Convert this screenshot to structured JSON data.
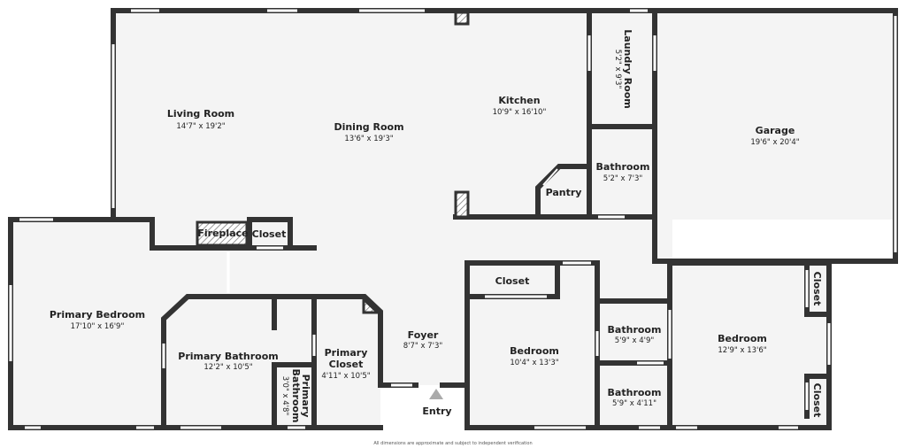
{
  "rooms": {
    "living_room": {
      "name": "Living Room",
      "dim": "14'7\" x 19'2\""
    },
    "dining_room": {
      "name": "Dining Room",
      "dim": "13'6\" x 19'3\""
    },
    "kitchen": {
      "name": "Kitchen",
      "dim": "10'9\" x 16'10\""
    },
    "laundry_room": {
      "name": "Laundry Room",
      "dim": "5'2\" x 9'3\""
    },
    "garage": {
      "name": "Garage",
      "dim": "19'6\" x 20'4\""
    },
    "bathroom_hall": {
      "name": "Bathroom",
      "dim": "5'2\" x 7'3\""
    },
    "pantry": {
      "name": "Pantry"
    },
    "fireplace": {
      "name": "Fireplace"
    },
    "closet_living": {
      "name": "Closet"
    },
    "primary_bedroom": {
      "name": "Primary Bedroom",
      "dim": "17'10\" x 16'9\""
    },
    "primary_bathroom": {
      "name": "Primary Bathroom",
      "dim": "12'2\" x 10'5\""
    },
    "primary_bathroom_small": {
      "name1": "Primary",
      "name2": "Bathroom",
      "dim": "3'0\" x 4'8\""
    },
    "primary_closet": {
      "name1": "Primary",
      "name2": "Closet",
      "dim": "4'11\" x 10'5\""
    },
    "foyer": {
      "name": "Foyer",
      "dim": "8'7\" x 7'3\""
    },
    "entry": {
      "name": "Entry"
    },
    "closet_bedroom": {
      "name": "Closet"
    },
    "bedroom_1": {
      "name": "Bedroom",
      "dim": "10'4\" x 13'3\""
    },
    "bathroom_2": {
      "name": "Bathroom",
      "dim": "5'9\" x 4'9\""
    },
    "bathroom_3": {
      "name": "Bathroom",
      "dim": "5'9\" x 4'11\""
    },
    "bedroom_2": {
      "name": "Bedroom",
      "dim": "12'9\" x 13'6\""
    },
    "closet_right_top": {
      "name": "Closet"
    },
    "closet_right_bottom": {
      "name": "Closet"
    }
  },
  "footer_note": "All dimensions are approximate and subject to independent verification"
}
